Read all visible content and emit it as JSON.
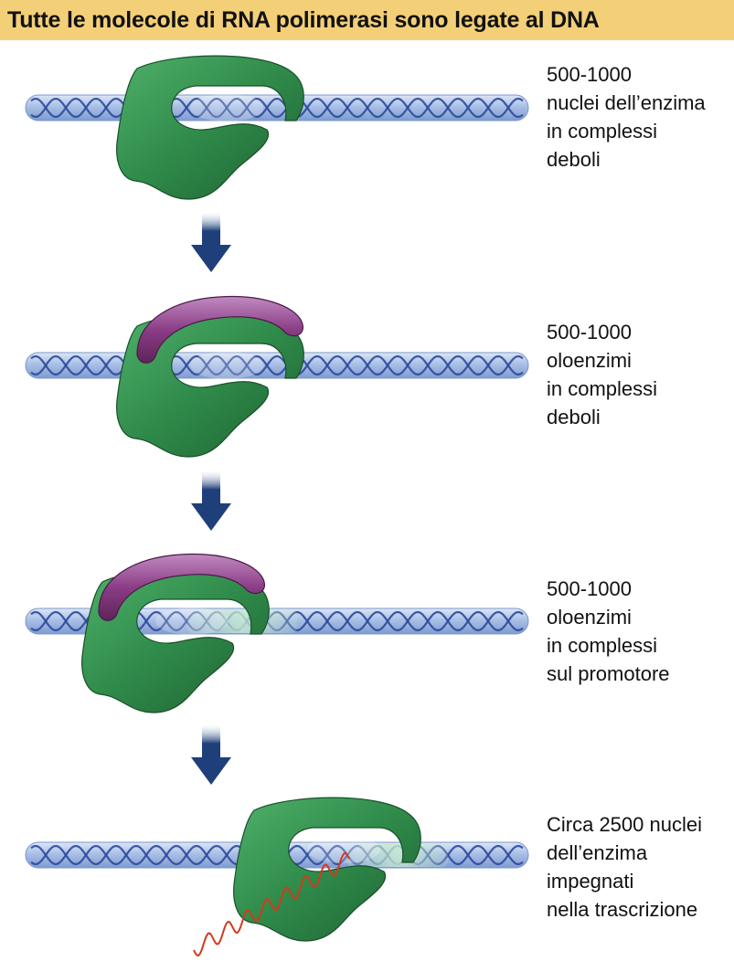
{
  "title": "Tutte le molecole di RNA polimerasi sono legate al DNA",
  "stages": [
    {
      "lines": [
        "500-1000",
        "nuclei dell’enzima",
        "in complessi",
        "deboli"
      ]
    },
    {
      "lines": [
        "500-1000",
        "oloenzimi",
        "in complessi",
        "deboli"
      ]
    },
    {
      "lines": [
        "500-1000",
        "oloenzimi",
        "in complessi",
        "sul promotore"
      ]
    },
    {
      "lines": [
        "Circa 2500 nuclei",
        "dell’enzima",
        "impegnati",
        "nella trascrizione"
      ]
    }
  ],
  "colors": {
    "title_bg": "#f3cf78",
    "dna_tube": "#a9bfe6",
    "dna_strand": "#2c4a9a",
    "core_enzyme": "#2f8a4a",
    "sigma_factor": "#8b3d86",
    "arrow": "#1e3f7a",
    "rna": "#d23a1e",
    "promoter": "#c8ecd0"
  }
}
